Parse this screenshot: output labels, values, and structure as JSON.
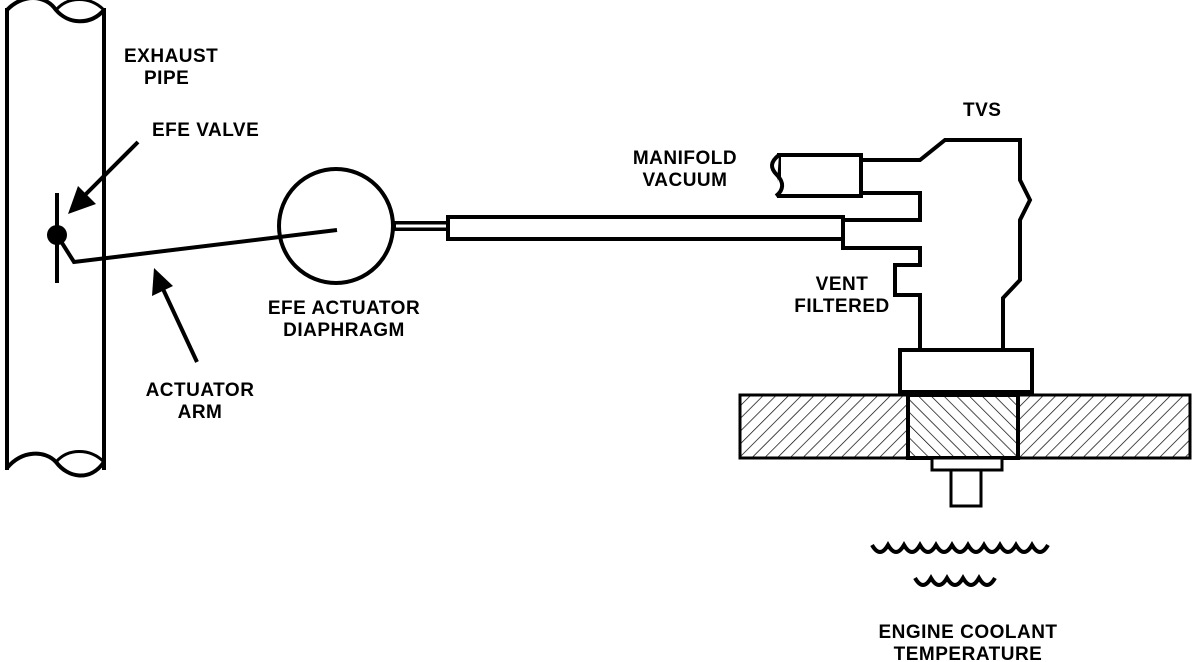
{
  "diagram": {
    "colors": {
      "ink": "#000000",
      "paper": "#ffffff"
    },
    "labels": {
      "exhaust_pipe": [
        "EXHAUST",
        "PIPE"
      ],
      "efe_valve": "EFE VALVE",
      "actuator_arm": [
        "ACTUATOR",
        "ARM"
      ],
      "efe_actuator_diaphragm": [
        "EFE ACTUATOR",
        "DIAPHRAGM"
      ],
      "manifold_vacuum": [
        "MANIFOLD",
        "VACUUM"
      ],
      "tvs": "TVS",
      "vent_filtered": [
        "VENT",
        "FILTERED"
      ],
      "engine_coolant_temperature": [
        "ENGINE COOLANT",
        "TEMPERATURE"
      ]
    }
  }
}
